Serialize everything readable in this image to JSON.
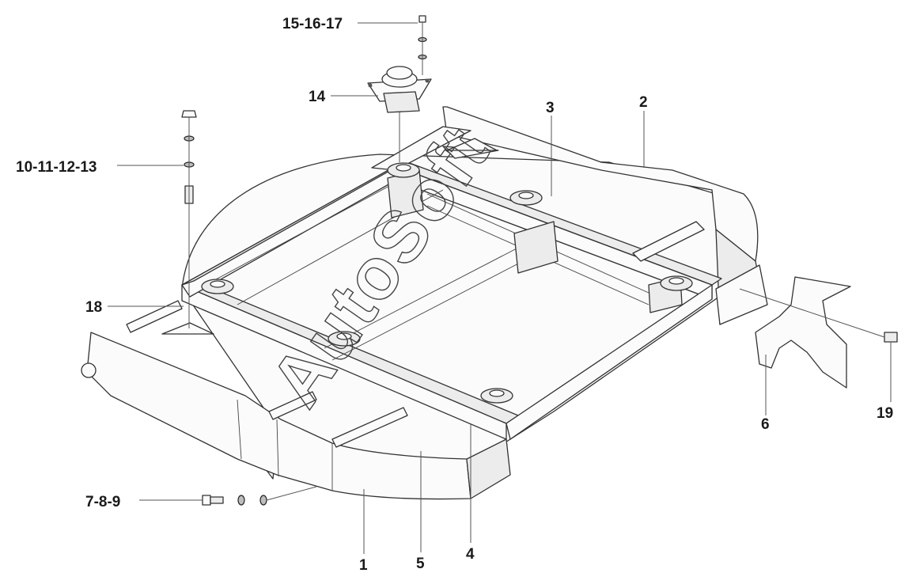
{
  "watermark": "AutoSoft",
  "callouts": {
    "c1": "1",
    "c2": "2",
    "c3": "3",
    "c4": "4",
    "c5": "5",
    "c6": "6",
    "c7_8_9": "7-8-9",
    "c10_11_12_13": "10-11-12-13",
    "c14": "14",
    "c15_16_17": "15-16-17",
    "c18": "18",
    "c19": "19"
  }
}
